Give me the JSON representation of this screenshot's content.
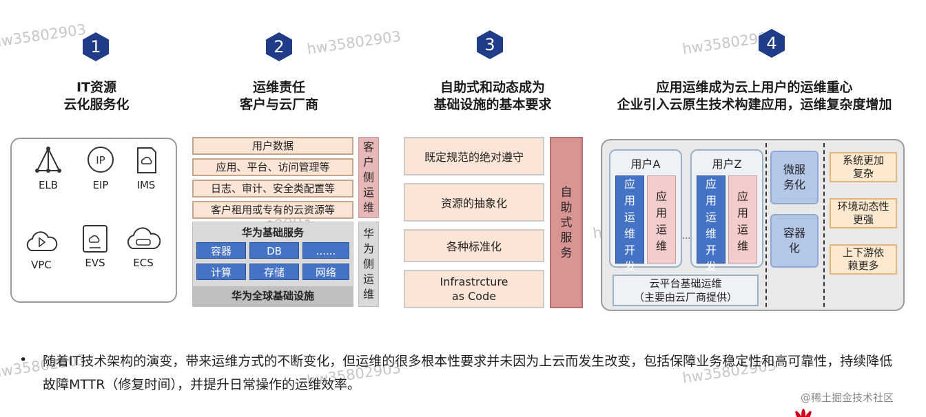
{
  "watermarks": [
    "hw35802903",
    "hw35802903",
    "hw35802903",
    "hw35802903",
    "hw35802903",
    "hw35802903",
    "hw35802903",
    "hw35802903",
    "hw35802903"
  ],
  "sections": [
    {
      "number": "1",
      "title_line1": "IT资源",
      "title_line2": "云化服务化"
    },
    {
      "number": "2",
      "title_line1": "运维责任",
      "title_line2": "客户与云厂商"
    },
    {
      "number": "3",
      "title_line1": "自助式和动态成为",
      "title_line2": "基础设施的基本要求"
    },
    {
      "number": "4",
      "title_line1": "应用运维成为云上用户的运维重心",
      "title_line2": "企业引入云原生技术构建应用，运维复杂度增加"
    }
  ],
  "panel1": {
    "icons": [
      {
        "label": "ELB",
        "icon": "elb-icon"
      },
      {
        "label": "EIP",
        "icon": "eip-icon",
        "badge": "IP"
      },
      {
        "label": "IMS",
        "icon": "ims-icon"
      },
      {
        "label": "VPC",
        "icon": "vpc-icon"
      },
      {
        "label": "EVS",
        "icon": "evs-icon"
      },
      {
        "label": "ECS",
        "icon": "ecs-icon"
      }
    ]
  },
  "panel2": {
    "customer_rows": [
      "用户数据",
      "应用、平台、访问管理等",
      "日志、审计、安全类配置等",
      "客户租用或专有的云资源等"
    ],
    "customer_side": "客户侧运维",
    "huawei_basic_title": "华为基础服务",
    "huawei_cells_row1": [
      "容器",
      "DB",
      "......"
    ],
    "huawei_cells_row2": [
      "计算",
      "存储",
      "网络"
    ],
    "huawei_global": "华为全球基础设施",
    "huawei_side": "华为侧运维"
  },
  "panel3": {
    "rows": [
      "既定规范的绝对遵守",
      "资源的抽象化",
      "各种标准化",
      "Infrastrcture as Code"
    ],
    "self_service": "自助式服务"
  },
  "panel4": {
    "user_a": "用户A",
    "user_z": "用户Z",
    "app_dev": "应用运维开发",
    "app_ops": "应用运维",
    "ellipsis": "......",
    "platform_line1": "云平台基础运维",
    "platform_line2": "（主要由云厂商提供）",
    "microservice": "微服务化",
    "container": "容器化",
    "features": [
      "系统更加复杂",
      "环境动态性更强",
      "上下游依赖更多"
    ]
  },
  "bullet": {
    "symbol": "•",
    "text": "随着IT技术架构的演变，带来运维方式的不断变化，但运维的很多根本性要求并未因为上云而发生改变，包括保障业务稳定性和高可靠性，持续降低故障MTTR（修复时间），并提升日常操作的运维效率。"
  },
  "footer_credit": "@稀土掘金技术社区",
  "colors": {
    "hex_badge": "#1f3c88",
    "blue_cell": "#4472c4",
    "peach": "#fbe5d6",
    "rose": "#d99594"
  }
}
